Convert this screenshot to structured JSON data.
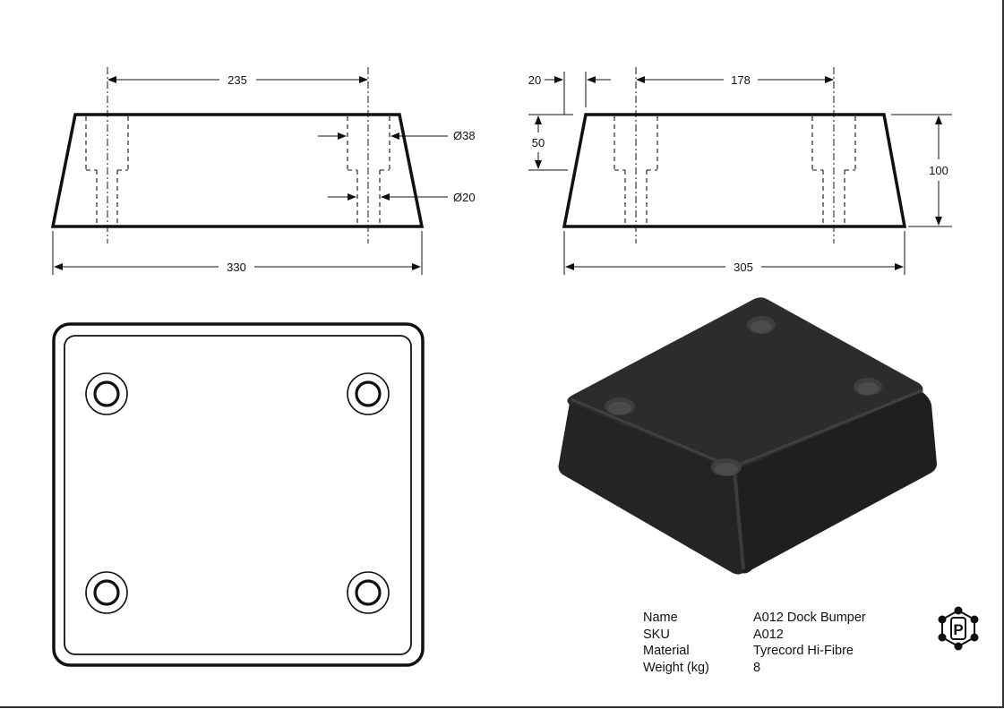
{
  "dimensions": {
    "front_view": {
      "hole_spacing": "235",
      "counterbore_diameter": "Ø38",
      "hole_diameter": "Ø20",
      "base_length": "330"
    },
    "side_view": {
      "taper_offset": "20",
      "hole_spacing": "178",
      "counterbore_depth": "50",
      "height": "100",
      "base_width": "305"
    }
  },
  "spec": {
    "rows": [
      {
        "label": "Name",
        "value": "A012 Dock Bumper"
      },
      {
        "label": "SKU",
        "value": "A012"
      },
      {
        "label": "Material",
        "value": "Tyrecord Hi-Fibre"
      },
      {
        "label": "Weight (kg)",
        "value": "8"
      }
    ]
  },
  "logo": {
    "letter": "P"
  },
  "colors": {
    "line": "#111111",
    "rubber": "#2a2b2c",
    "rubber_light": "#3a3b3c",
    "rubber_dark": "#1c1d1e"
  }
}
